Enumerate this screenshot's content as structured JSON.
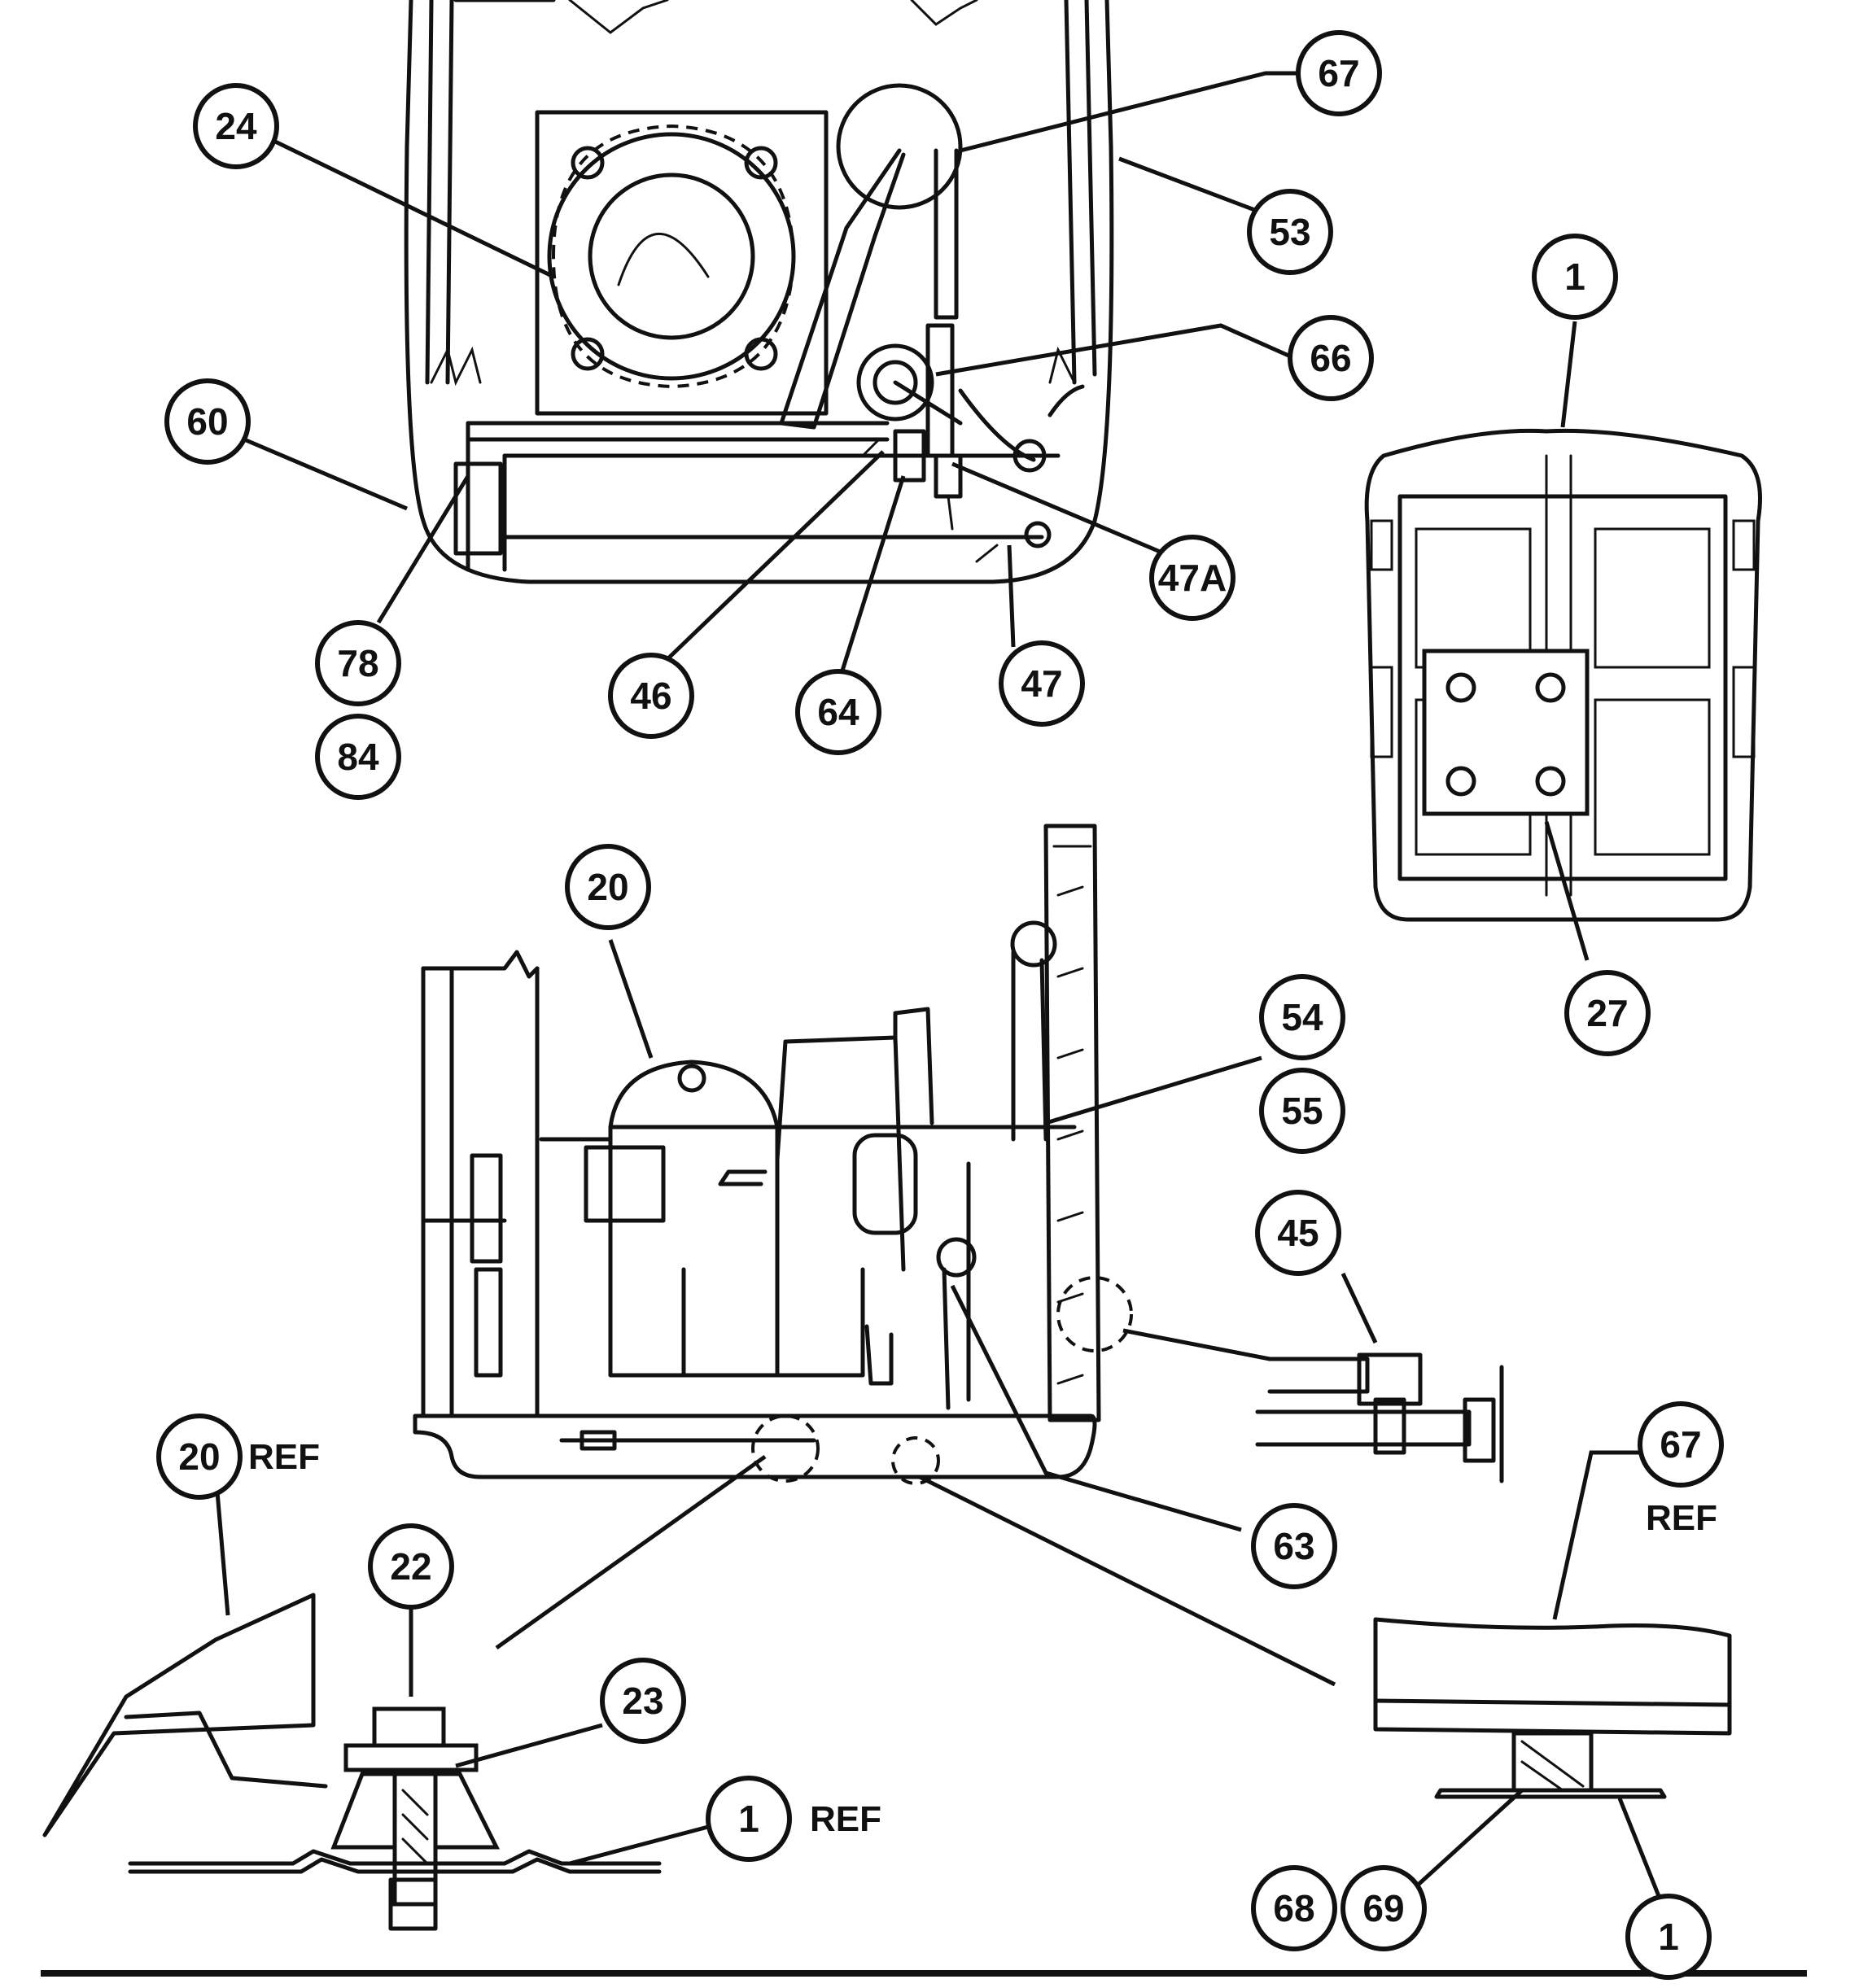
{
  "callouts": [
    {
      "id": "c24",
      "label": "24"
    },
    {
      "id": "c67",
      "label": "67"
    },
    {
      "id": "c53",
      "label": "53"
    },
    {
      "id": "c66",
      "label": "66"
    },
    {
      "id": "c60",
      "label": "60"
    },
    {
      "id": "c47a",
      "label": "47A"
    },
    {
      "id": "c78",
      "label": "78"
    },
    {
      "id": "c84",
      "label": "84"
    },
    {
      "id": "c46",
      "label": "46"
    },
    {
      "id": "c64",
      "label": "64"
    },
    {
      "id": "c47",
      "label": "47"
    },
    {
      "id": "c1top",
      "label": "1"
    },
    {
      "id": "c27",
      "label": "27"
    },
    {
      "id": "c20",
      "label": "20"
    },
    {
      "id": "c54",
      "label": "54"
    },
    {
      "id": "c55",
      "label": "55"
    },
    {
      "id": "c45",
      "label": "45"
    },
    {
      "id": "c20ref",
      "label": "20"
    },
    {
      "id": "c63",
      "label": "63"
    },
    {
      "id": "c67ref",
      "label": "67"
    },
    {
      "id": "c22",
      "label": "22"
    },
    {
      "id": "c23",
      "label": "23"
    },
    {
      "id": "c1ref",
      "label": "1"
    },
    {
      "id": "c68",
      "label": "68"
    },
    {
      "id": "c69",
      "label": "69"
    },
    {
      "id": "c1bottom",
      "label": "1"
    }
  ],
  "ref_labels": {
    "ref20": "REF",
    "ref67": "REF",
    "ref1": "REF"
  }
}
